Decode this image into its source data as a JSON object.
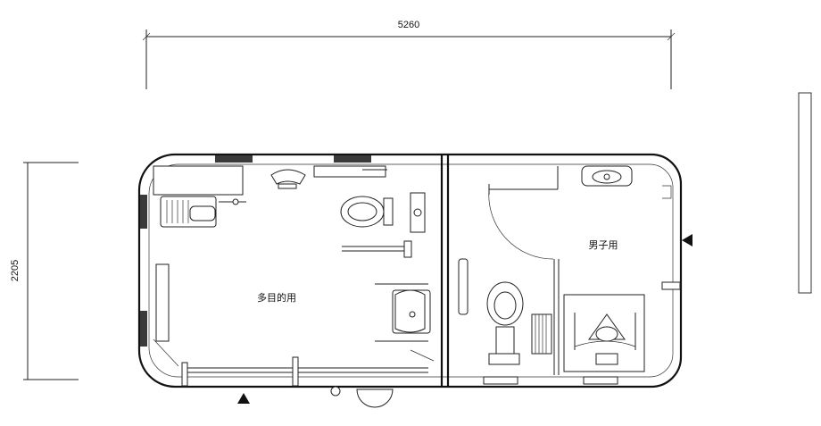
{
  "dimensions": {
    "width_label": "5260",
    "height_label": "2205"
  },
  "rooms": {
    "multipurpose": "多目的用",
    "mens": "男子用"
  },
  "colors": {
    "line": "#222222",
    "background": "#ffffff",
    "hatch": "#3a3a3a"
  },
  "icons": {
    "entrance_bottom": "triangle-up",
    "entrance_right": "triangle-left"
  }
}
